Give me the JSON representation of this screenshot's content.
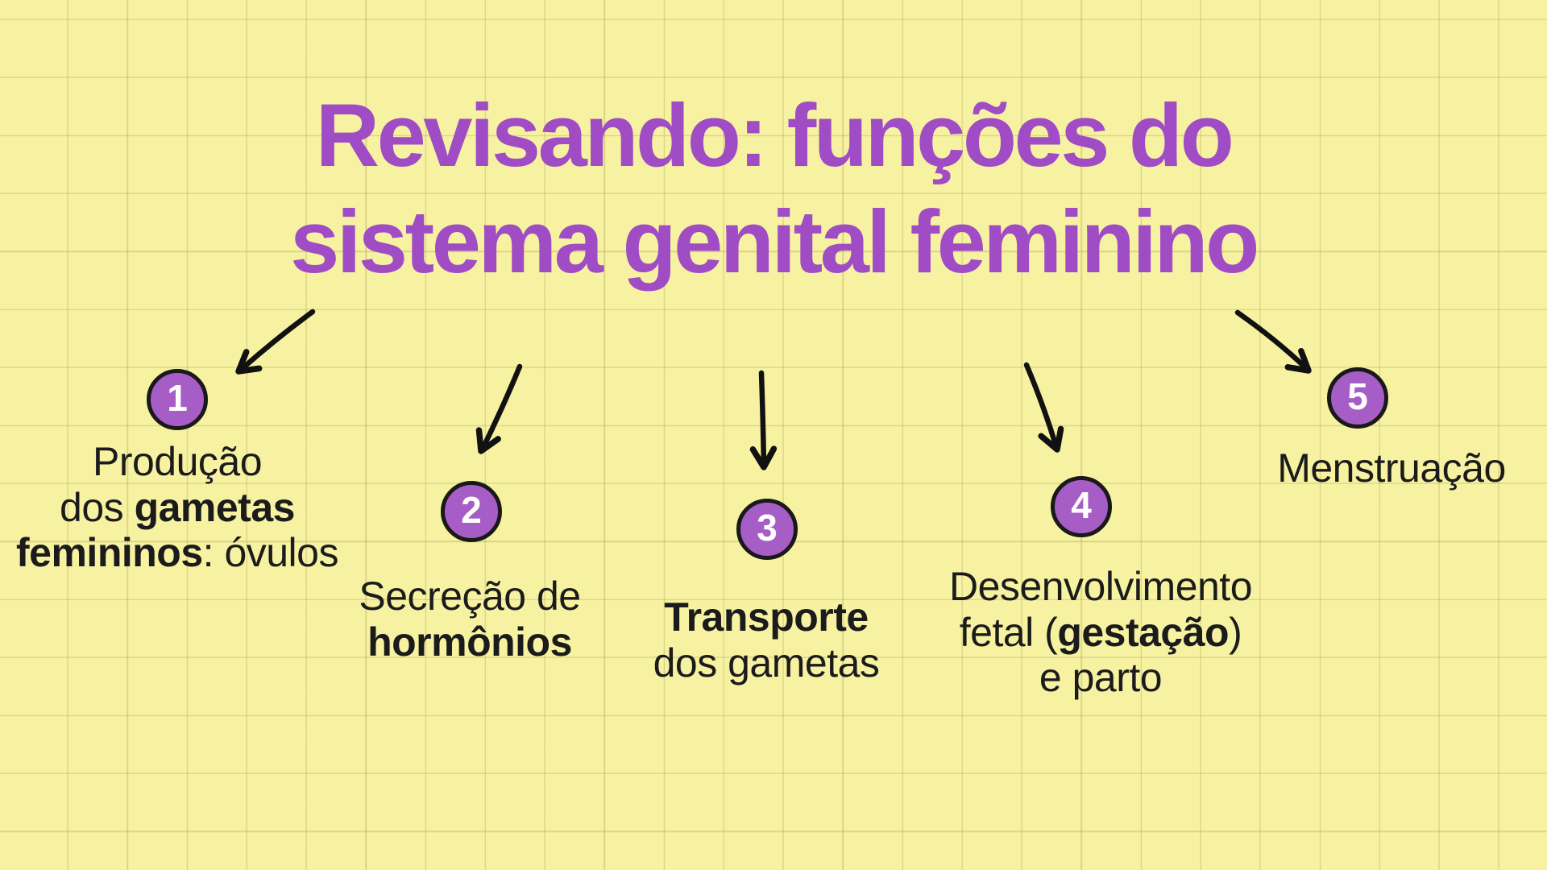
{
  "title": {
    "line1": "Revisando: funções do",
    "line2": "sistema genital feminino"
  },
  "items": [
    {
      "number": "1",
      "label_plain": "Produção dos gametas femininos: óvulos",
      "lines": [
        [
          {
            "text": "Produção",
            "bold": false
          }
        ],
        [
          {
            "text": "dos ",
            "bold": false
          },
          {
            "text": "gametas",
            "bold": true
          }
        ],
        [
          {
            "text": "femininos",
            "bold": true
          },
          {
            "text": ": óvulos",
            "bold": false
          }
        ]
      ]
    },
    {
      "number": "2",
      "label_plain": "Secreção de hormônios",
      "lines": [
        [
          {
            "text": "Secreção de",
            "bold": false
          }
        ],
        [
          {
            "text": "hormônios",
            "bold": true
          }
        ]
      ]
    },
    {
      "number": "3",
      "label_plain": "Transporte dos gametas",
      "lines": [
        [
          {
            "text": "Transporte",
            "bold": true
          }
        ],
        [
          {
            "text": "dos gametas",
            "bold": false
          }
        ]
      ]
    },
    {
      "number": "4",
      "label_plain": "Desenvolvimento fetal (gestação) e parto",
      "lines": [
        [
          {
            "text": "Desenvolvimento",
            "bold": false
          }
        ],
        [
          {
            "text": "fetal (",
            "bold": false
          },
          {
            "text": "gestação",
            "bold": true
          },
          {
            "text": ")",
            "bold": false
          }
        ],
        [
          {
            "text": "e parto",
            "bold": false
          }
        ]
      ]
    },
    {
      "number": "5",
      "label_plain": "Menstruação",
      "lines": [
        [
          {
            "text": "Menstruação",
            "bold": false
          }
        ]
      ]
    }
  ],
  "icons": {
    "arrows": [
      "arrow-down-left",
      "arrow-down-left",
      "arrow-down",
      "arrow-down-right",
      "arrow-down-right"
    ]
  },
  "colors": {
    "bg": "#f7f2a2",
    "title": "#a04dc5",
    "circle": "#a75dc6",
    "circleBorder": "#191919",
    "ink": "#1b1b1b",
    "arrow": "#111111",
    "number": "#ffffff"
  }
}
